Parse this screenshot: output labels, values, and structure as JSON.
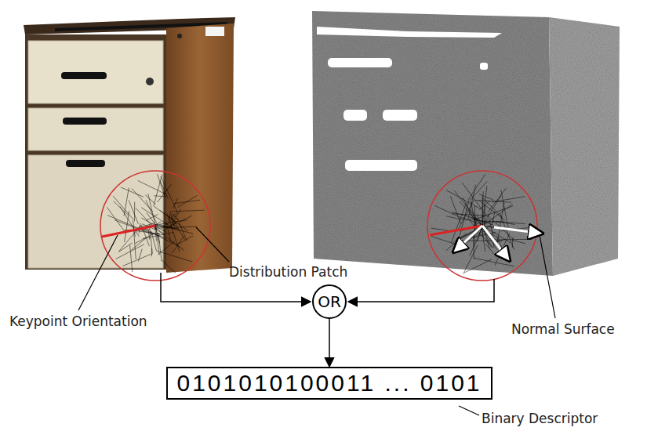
{
  "diagram": {
    "nodes": [
      {
        "text": [
          "OR"
        ]
      },
      {
        "text": [
          "0101010100011 ... 0101"
        ]
      }
    ],
    "edges": [
      {
        "from": 0,
        "to": 1,
        "arrow": "to"
      }
    ],
    "labels": [
      "Distribution Patch",
      "Keypoint Orientation",
      "Normal Surface",
      "Binary Descriptor"
    ]
  }
}
